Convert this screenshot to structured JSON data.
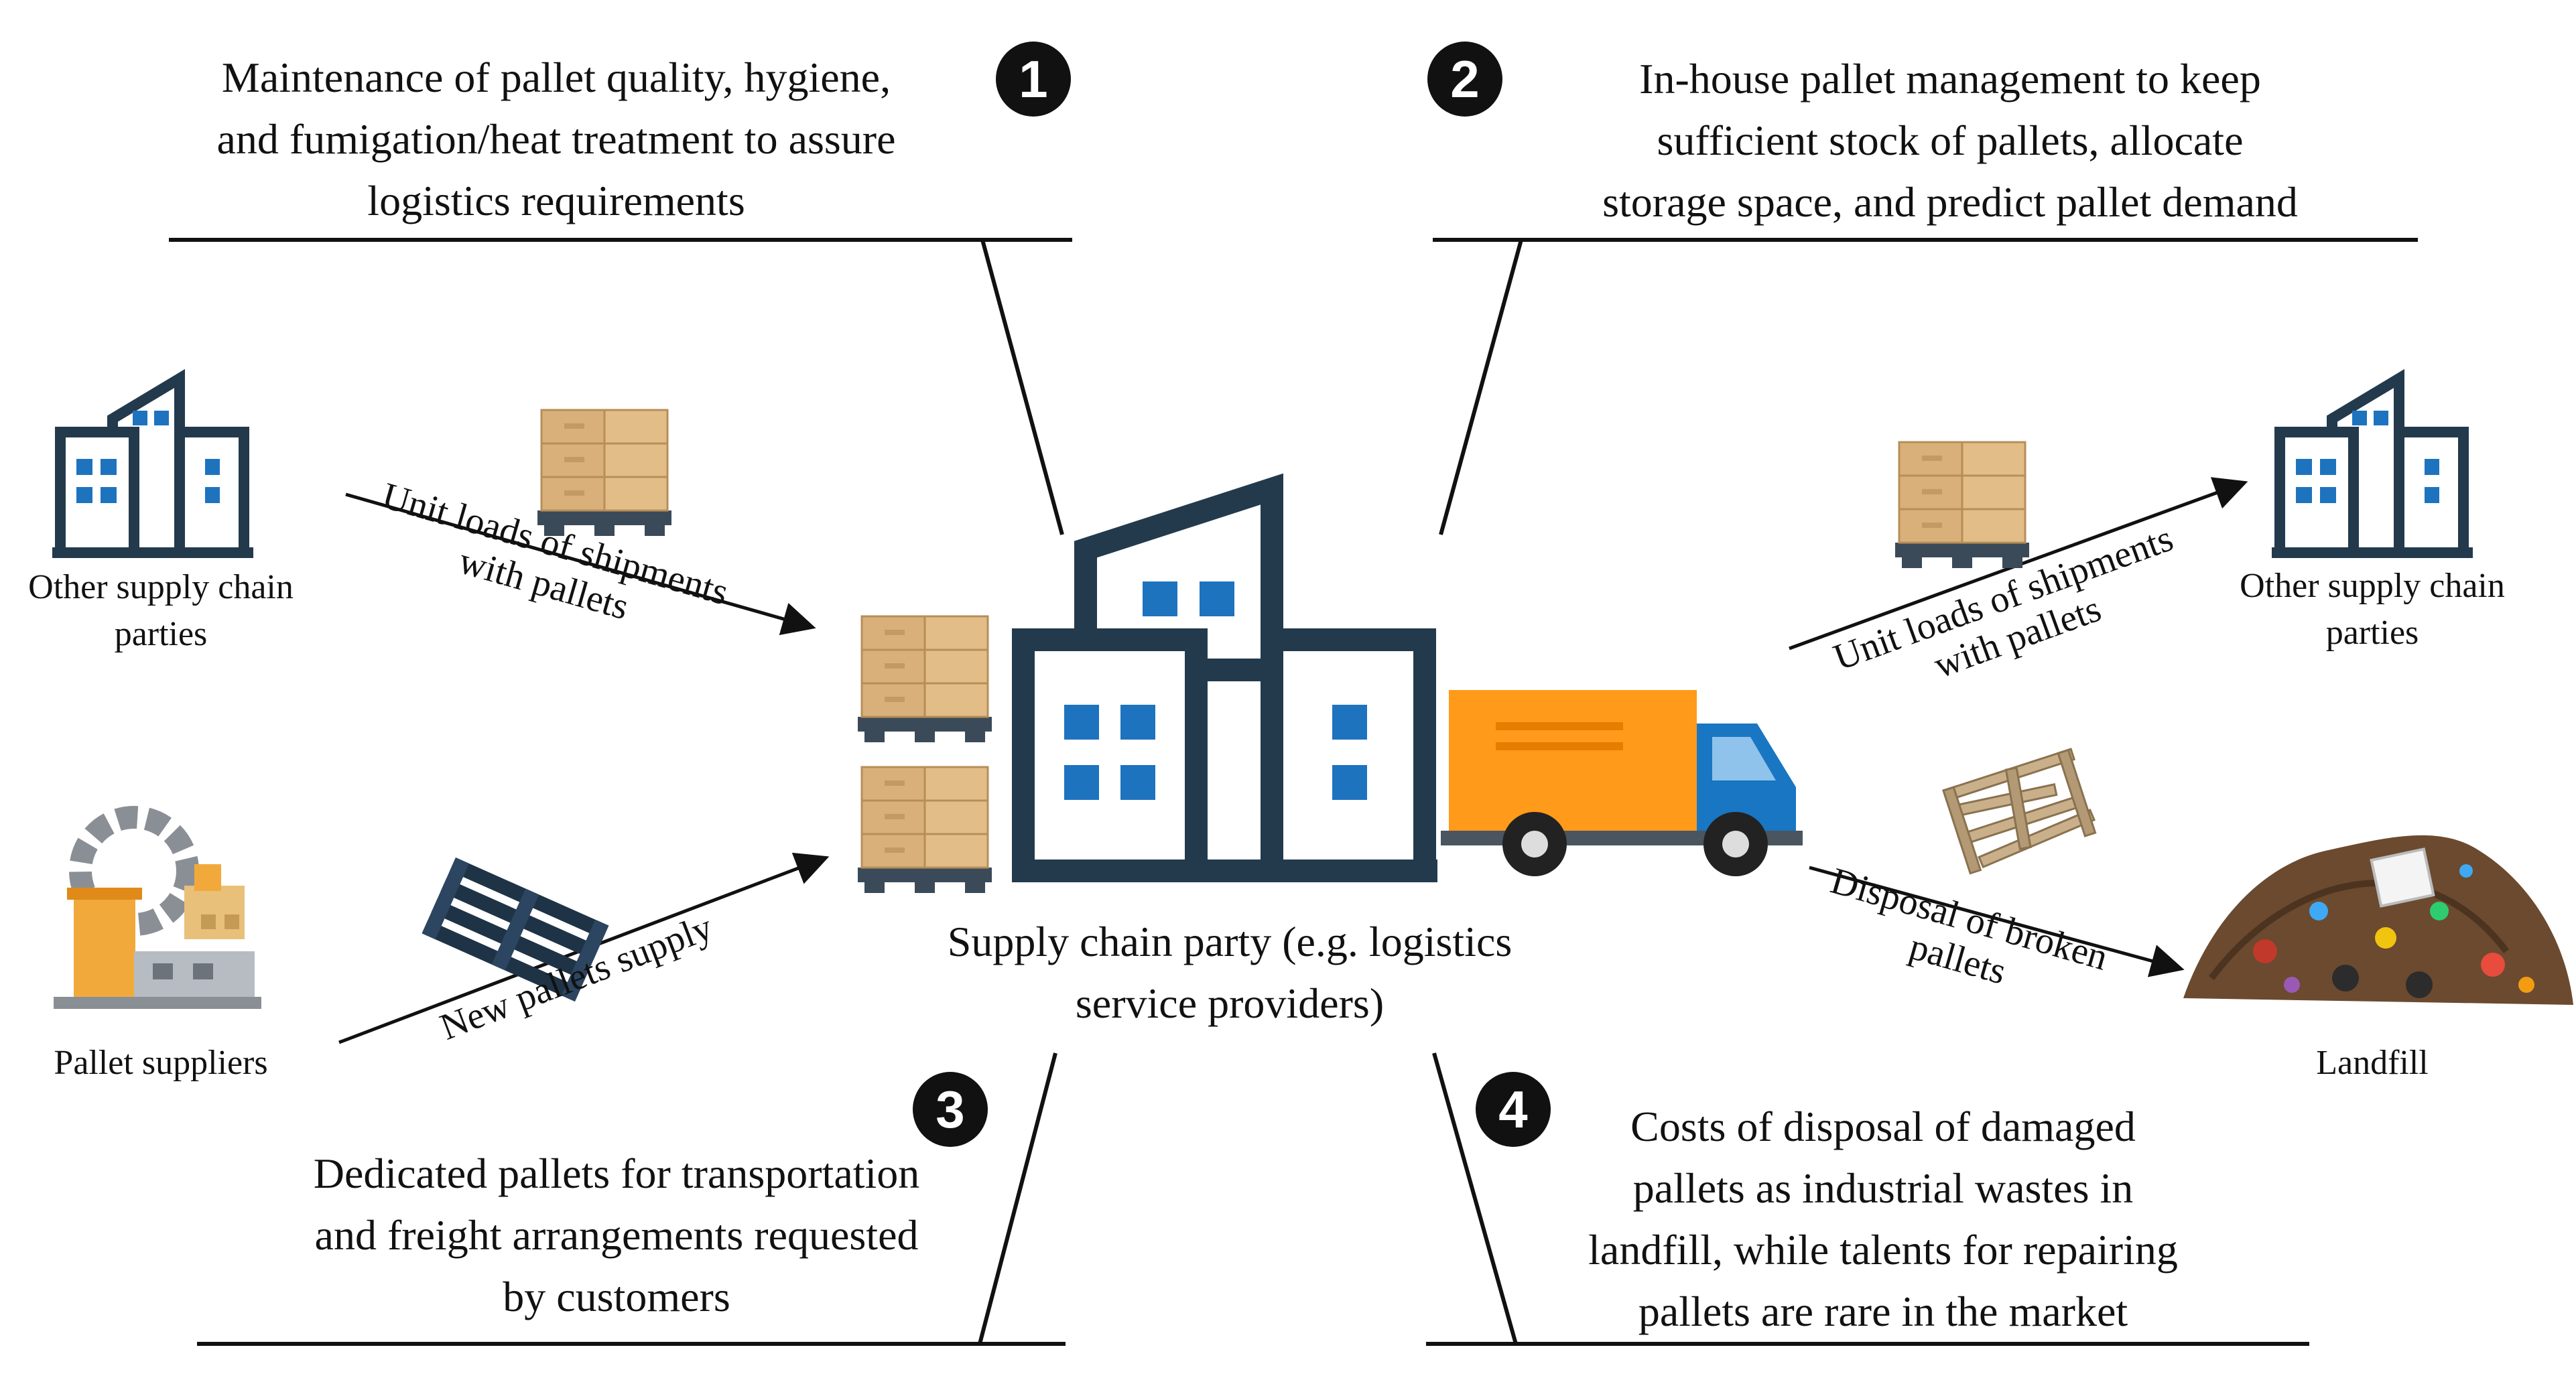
{
  "notes": {
    "n1": {
      "number": "1",
      "lines": [
        "Maintenance of pallet quality, hygiene,",
        "and fumigation/heat treatment to assure",
        "logistics requirements"
      ]
    },
    "n2": {
      "number": "2",
      "lines": [
        "In-house pallet management to keep",
        "sufficient stock of pallets, allocate",
        "storage space, and predict pallet demand"
      ]
    },
    "n3": {
      "number": "3",
      "lines": [
        "Dedicated pallets for transportation",
        "and freight arrangements requested",
        "by customers"
      ]
    },
    "n4": {
      "number": "4",
      "lines": [
        "Costs of disposal of damaged",
        "pallets as industrial wastes in",
        "landfill, while talents for repairing",
        "pallets are rare in the market"
      ]
    }
  },
  "nodes": {
    "left_parties": [
      "Other supply chain",
      "parties"
    ],
    "suppliers": "Pallet suppliers",
    "center": [
      "Supply chain party (e.g. logistics",
      "service providers)"
    ],
    "right_parties": [
      "Other supply chain",
      "parties"
    ],
    "landfill": "Landfill"
  },
  "flows": {
    "unit_loads_in": [
      "Unit loads of shipments",
      "with pallets"
    ],
    "new_pallets": "New pallets supply",
    "unit_loads_out": [
      "Unit loads of shipments",
      "with pallets"
    ],
    "disposal": [
      "Disposal of broken",
      "pallets"
    ]
  },
  "colors": {
    "building": "#233a4d",
    "window": "#1e73be",
    "truck_body": "#ff9a1a",
    "truck_cab": "#1976c2",
    "box": "#d9b07a",
    "pallet_dark": "#1f3347",
    "waste": "#6b4a2f"
  }
}
